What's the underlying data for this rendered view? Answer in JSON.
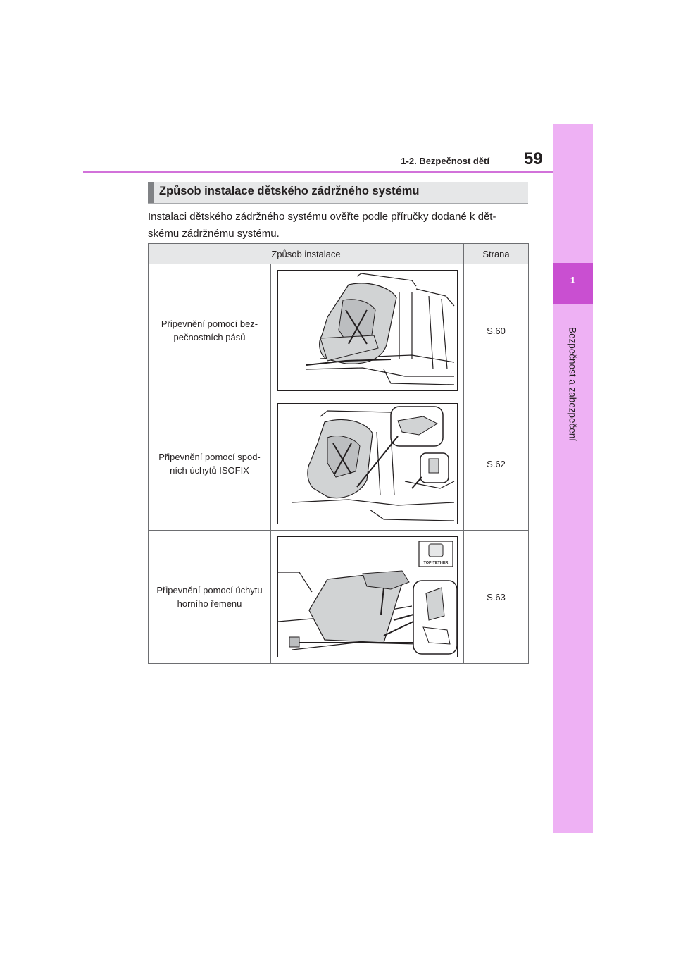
{
  "header": {
    "section": "1-2. Bezpečnost dětí",
    "page_number": "59"
  },
  "side_tab": {
    "chapter_number": "1",
    "chapter_title": "Bezpečnost a zabezpečení"
  },
  "section": {
    "title": "Způsob instalace dětského zádržného systému",
    "intro_line1": "Instalaci dětského zádržného systému ověřte podle příručky dodané k dět-",
    "intro_line2": "skému zádržnému systému."
  },
  "table": {
    "headers": [
      "Způsob instalace",
      "Strana"
    ],
    "rows": [
      {
        "method_line1": "Připevnění pomocí bez-",
        "method_line2": "pečnostních pásů",
        "page": "S.60"
      },
      {
        "method_line1": "Připevnění pomocí spod-",
        "method_line2": "ních úchytů ISOFIX",
        "page": "S.62"
      },
      {
        "method_line1": "Připevnění pomocí úchytu",
        "method_line2": "horního řemenu",
        "page": "S.63"
      }
    ]
  },
  "figure_labels": {
    "top_tether": "TOP-TETHER"
  },
  "colors": {
    "side_tab": "#eeb1f4",
    "side_tab_number": "#c94fd1",
    "header_rule": "#d272da",
    "title_bar": "#e6e7e8",
    "title_accent": "#808285"
  }
}
